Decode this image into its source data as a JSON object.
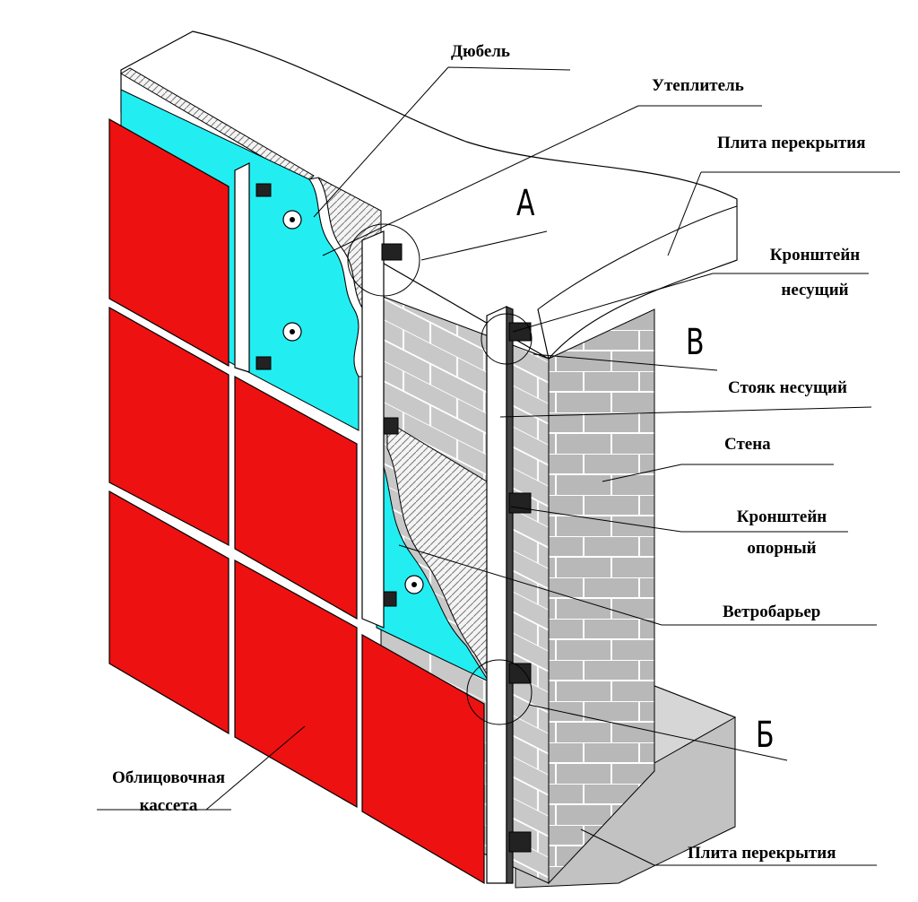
{
  "labels": {
    "dubel": "Дюбель",
    "uteplitel": "Утеплитель",
    "plita_top": "Плита перекрытия",
    "kronshtein_nes_1": "Кронштейн",
    "kronshtein_nes_2": "несущий",
    "stoyak": "Стояк несущий",
    "stena": "Стена",
    "kronshtein_op_1": "Кронштейн",
    "kronshtein_op_2": "опорный",
    "vetrobarier": "Ветробарьер",
    "kasseta_1": "Облицовочная",
    "kasseta_2": "кассета",
    "plita_bottom": "Плита перекрытия"
  },
  "detail_marks": {
    "a": "А",
    "v": "В",
    "b": "Б"
  },
  "colors": {
    "cassette": "#ee1111",
    "insulation": "#22eef2",
    "brick": "#c4c4c4",
    "brick_side": "#b2b2b2",
    "slab": "#ffffff",
    "line": "#000000"
  }
}
